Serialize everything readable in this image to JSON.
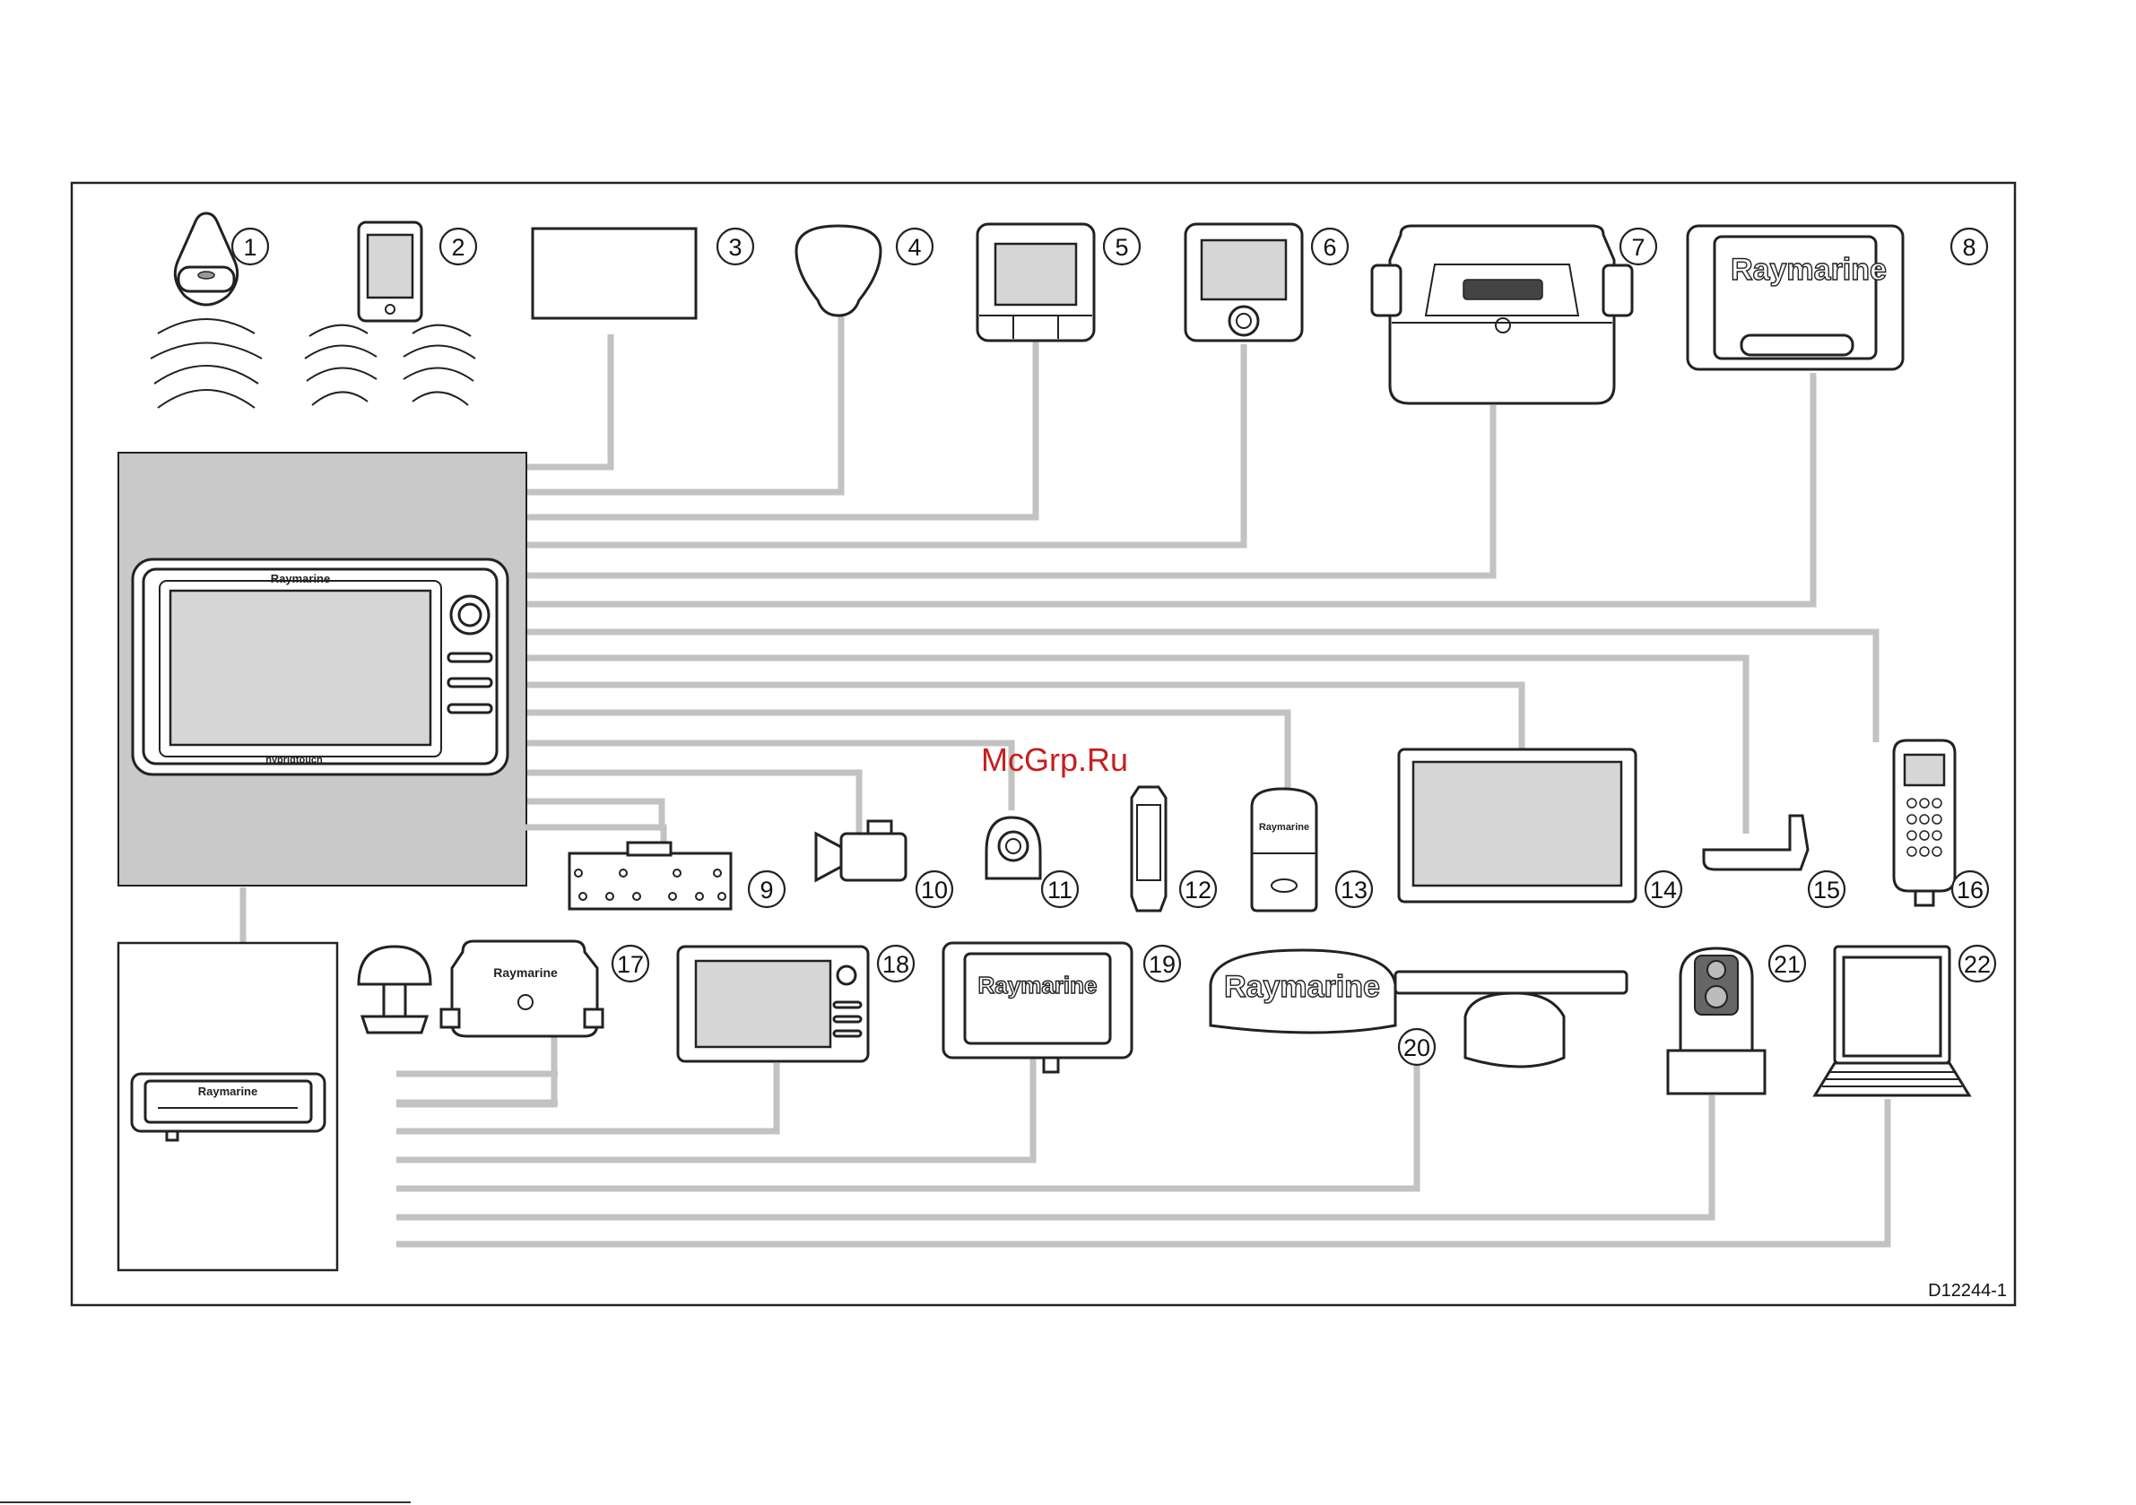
{
  "diagram": {
    "reference_code": "D12244-1",
    "watermark": "McGrp.Ru",
    "brand_text": "Raymarine",
    "touch_label": "hybridtouch",
    "callouts": [
      "1",
      "2",
      "3",
      "4",
      "5",
      "6",
      "7",
      "8",
      "9",
      "10",
      "11",
      "12",
      "13",
      "14",
      "15",
      "16",
      "17",
      "18",
      "19",
      "20",
      "21",
      "22"
    ]
  }
}
